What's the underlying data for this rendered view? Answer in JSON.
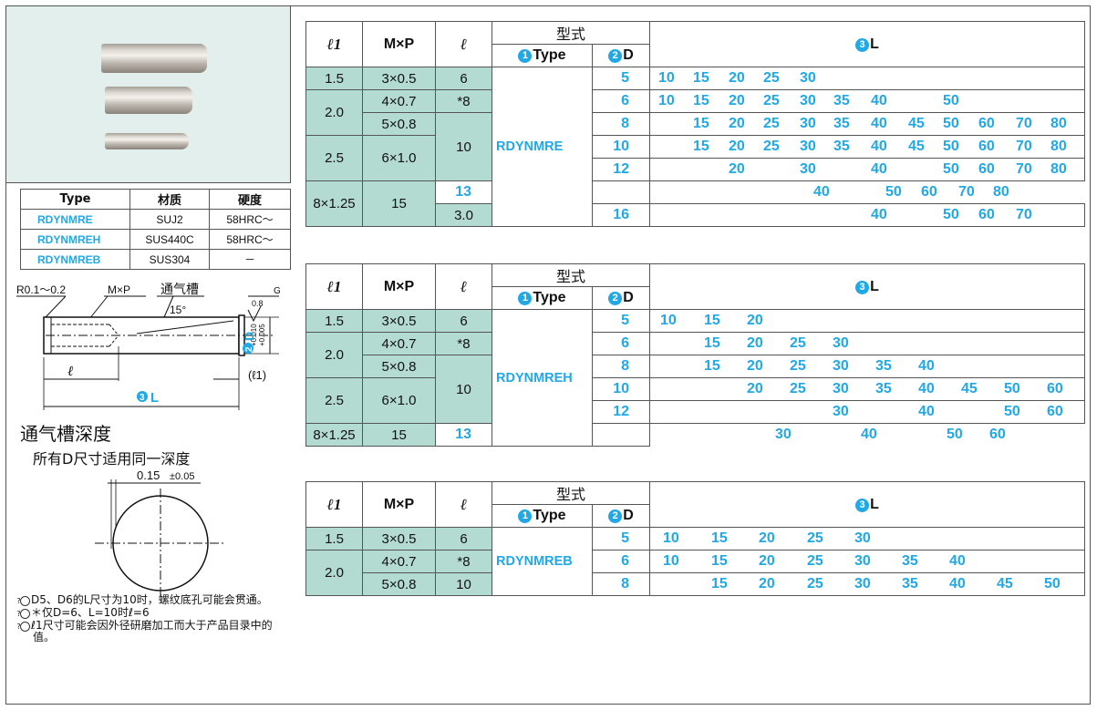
{
  "material_table": {
    "headers": [
      "Type",
      "材质",
      "硬度"
    ],
    "rows": [
      [
        "RDYNMRE",
        "SUJ2",
        "58HRC～"
      ],
      [
        "RDYNMREH",
        "SUS440C",
        "58HRC～"
      ],
      [
        "RDYNMREB",
        "SUS304",
        "－"
      ]
    ]
  },
  "drawing": {
    "r_label": "R0.1～0.2",
    "mxp_label": "M×P",
    "vent_label": "通气槽",
    "angle_label": "15°",
    "roughness": "0.8",
    "g_label": "G",
    "tol_upper": "+0.010",
    "tol_lower": "+0.005",
    "d_num": "2",
    "d_label": "D",
    "l_label": "ℓ",
    "l1_label": "(ℓ1)",
    "L_num": "3",
    "L_label": "L"
  },
  "vent_section": {
    "title": "通气槽深度",
    "subtitle": "所有D尺寸适用同一深度",
    "dimension": "0.15",
    "tolerance": "±0.05"
  },
  "notes": [
    "D5、D6的L尺寸为10时，螺纹底孔可能会贯通。",
    "＊仅D=6、L=10时ℓ=6",
    "ℓ1尺寸可能会因外径研磨加工而大于产品目录中的值。"
  ],
  "header_labels": {
    "l1": "ℓ1",
    "mxp": "M×P",
    "l": "ℓ",
    "model": "型式",
    "type_num": "1",
    "type": "Type",
    "d_num": "2",
    "d": "D",
    "L_num": "3",
    "L": "L"
  },
  "tables": [
    {
      "type": "RDYNMRE",
      "rows": [
        {
          "l1": "1.5",
          "mxp": "3×0.5",
          "l": "6",
          "d": "5",
          "L": [
            "10",
            "15",
            "20",
            "25",
            "30",
            "",
            "",
            "",
            "",
            "",
            "",
            ""
          ]
        },
        {
          "l1": "2.0",
          "mxp": "4×0.7",
          "l": "*8",
          "d": "6",
          "L": [
            "10",
            "15",
            "20",
            "25",
            "30",
            "35",
            "40",
            "",
            "50",
            "",
            "",
            ""
          ]
        },
        {
          "l1": "",
          "mxp": "5×0.8",
          "l": "10",
          "d": "8",
          "L": [
            "",
            "15",
            "20",
            "25",
            "30",
            "35",
            "40",
            "45",
            "50",
            "60",
            "70",
            "80"
          ]
        },
        {
          "l1": "2.5",
          "mxp": "6×1.0",
          "l": "",
          "d": "10",
          "L": [
            "",
            "15",
            "20",
            "25",
            "30",
            "35",
            "40",
            "45",
            "50",
            "60",
            "70",
            "80"
          ]
        },
        {
          "l1": "",
          "mxp": "",
          "l": "",
          "d": "12",
          "L": [
            "",
            "",
            "20",
            "",
            "30",
            "",
            "40",
            "",
            "50",
            "60",
            "70",
            "80"
          ]
        },
        {
          "l1": "",
          "mxp": "8×1.25",
          "l": "15",
          "d": "13",
          "L": [
            "",
            "",
            "",
            "",
            "",
            "",
            "40",
            "",
            "50",
            "60",
            "70",
            "80"
          ]
        },
        {
          "l1": "3.0",
          "mxp": "",
          "l": "",
          "d": "16",
          "L": [
            "",
            "",
            "",
            "",
            "",
            "",
            "40",
            "",
            "50",
            "60",
            "70",
            ""
          ]
        }
      ]
    },
    {
      "type": "RDYNMREH",
      "rows": [
        {
          "l1": "1.5",
          "mxp": "3×0.5",
          "l": "6",
          "d": "5",
          "L": [
            "10",
            "15",
            "20",
            "",
            "",
            "",
            "",
            "",
            "",
            ""
          ]
        },
        {
          "l1": "2.0",
          "mxp": "4×0.7",
          "l": "*8",
          "d": "6",
          "L": [
            "",
            "15",
            "20",
            "25",
            "30",
            "",
            "",
            "",
            "",
            ""
          ]
        },
        {
          "l1": "",
          "mxp": "5×0.8",
          "l": "10",
          "d": "8",
          "L": [
            "",
            "15",
            "20",
            "25",
            "30",
            "35",
            "40",
            "",
            "",
            ""
          ]
        },
        {
          "l1": "2.5",
          "mxp": "6×1.0",
          "l": "",
          "d": "10",
          "L": [
            "",
            "",
            "20",
            "25",
            "30",
            "35",
            "40",
            "45",
            "50",
            "60"
          ]
        },
        {
          "l1": "",
          "mxp": "",
          "l": "",
          "d": "12",
          "L": [
            "",
            "",
            "",
            "",
            "30",
            "",
            "40",
            "",
            "50",
            "60"
          ]
        },
        {
          "l1": "",
          "mxp": "8×1.25",
          "l": "15",
          "d": "13",
          "L": [
            "",
            "",
            "",
            "",
            "30",
            "",
            "40",
            "",
            "50",
            "60"
          ]
        }
      ]
    },
    {
      "type": "RDYNMREB",
      "rows": [
        {
          "l1": "1.5",
          "mxp": "3×0.5",
          "l": "6",
          "d": "5",
          "L": [
            "10",
            "15",
            "20",
            "25",
            "30",
            "",
            "",
            "",
            ""
          ]
        },
        {
          "l1": "2.0",
          "mxp": "4×0.7",
          "l": "*8",
          "d": "6",
          "L": [
            "10",
            "15",
            "20",
            "25",
            "30",
            "35",
            "40",
            "",
            ""
          ]
        },
        {
          "l1": "",
          "mxp": "5×0.8",
          "l": "10",
          "d": "8",
          "L": [
            "",
            "15",
            "20",
            "25",
            "30",
            "35",
            "40",
            "45",
            "50"
          ]
        }
      ]
    }
  ]
}
